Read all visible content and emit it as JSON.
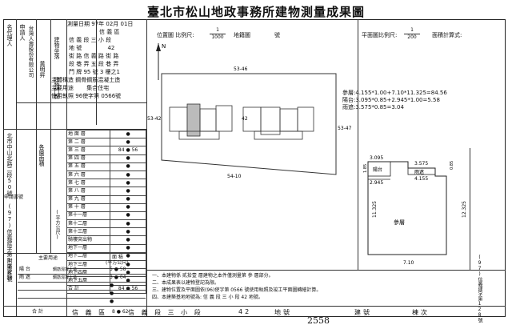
{
  "title": "臺北市松山地政事務所建物測量成果圖",
  "applicant": {
    "label": "申請人",
    "name_cells": "台灣人壽股份有限公司",
    "rep_label": "名代理人",
    "rep": "黃明昇"
  },
  "header_rows": [
    {
      "k": "測量日期",
      "v": "97年 02月 01日"
    },
    {
      "k": "區",
      "v": "信 義 區"
    },
    {
      "k": "段 小 段",
      "v": "信 義 段 三 小 段"
    },
    {
      "k": "地 號",
      "v": "42"
    },
    {
      "k": "街 路",
      "v": "信 義 路     街 路"
    },
    {
      "k": "段 巷 弄",
      "v": "五 段     巷    弄"
    },
    {
      "k": "門 牌",
      "v": "95 號 3 樓之1"
    },
    {
      "k": "主體構造",
      "v": "鋼骨鋼筋混凝土造"
    },
    {
      "k": "主要用途",
      "v": "集合住宅"
    },
    {
      "k": "使用執照",
      "v": "96使字第 0566號"
    }
  ],
  "group_labels": {
    "location": "建物坐落",
    "door": "建物門牌",
    "area_unit": "(平方公尺)",
    "floor_area": "各層面積",
    "side": "北市中山北路二段50號",
    "app_no_label": "申請書號",
    "app_no": "(97)信義建字第128號"
  },
  "floors": [
    {
      "name": "地 面 層",
      "val": "●"
    },
    {
      "name": "第 二 層",
      "val": "●"
    },
    {
      "name": "第 三 層",
      "val": "84 ● 56"
    },
    {
      "name": "第 四 層",
      "val": "●"
    },
    {
      "name": "第 五 層",
      "val": "●"
    },
    {
      "name": "第 六 層",
      "val": "●"
    },
    {
      "name": "第 七 層",
      "val": "●"
    },
    {
      "name": "第 八 層",
      "val": "●"
    },
    {
      "name": "第 九 層",
      "val": "●"
    },
    {
      "name": "第 十 層",
      "val": "●"
    },
    {
      "name": "第十一層",
      "val": "●"
    },
    {
      "name": "第十二層",
      "val": "●"
    },
    {
      "name": "第十三層",
      "val": "●"
    },
    {
      "name": "騎樓突出物",
      "val": "●"
    },
    {
      "name": "地下一層",
      "val": "●"
    },
    {
      "name": "地下二層",
      "val": "●"
    },
    {
      "name": "地下三層",
      "val": "●"
    },
    {
      "name": "地下四層",
      "val": "●"
    },
    {
      "name": "地下五層",
      "val": "●"
    }
  ],
  "total": {
    "label": "合 計",
    "val": "84 ● 56"
  },
  "annex": {
    "head_use": "主要用途",
    "head_area": "面 積",
    "head_unit": "(平方公尺)",
    "rows": [
      {
        "name": "陽 台",
        "use": "鋼筋混凝土造",
        "val": "5 ● 58"
      },
      {
        "name": "雨 遮",
        "use": "鋼筋混凝土造",
        "val": "3 ● 04"
      },
      {
        "name": "",
        "use": "",
        "val": "●"
      },
      {
        "name": "",
        "use": "",
        "val": "●"
      },
      {
        "name": "",
        "use": "",
        "val": "●"
      }
    ],
    "side_label": "附屬建物",
    "total_label": "合 計",
    "total_val": "8 ● 62"
  },
  "site_plan": {
    "label": "位置圖",
    "scale_label": "比例尺:",
    "scale_num": "1",
    "scale_den": "1000",
    "sheet": "地籍圖",
    "sheet_no": "號",
    "north": "N",
    "dims": [
      "53-46",
      "53-42",
      "42",
      "53-47",
      "54-10"
    ]
  },
  "floor_plan": {
    "label": "平面圖比例尺:",
    "scale_num": "1",
    "scale_den": "200",
    "calc_label": "面積計算式:",
    "calc": [
      "參層:4.155*1.00+7.10*11.325=84.56",
      "陽台:3.095*0.85+2.945*1.00=5.58",
      "雨遮:3.575*0.85=3.04"
    ],
    "rooms": {
      "main": "參層",
      "balcony": "陽台",
      "awning": "雨遮"
    },
    "dims": [
      "3.095",
      "3.575",
      "4.155",
      "2.945",
      "11.325",
      "12.325",
      "7.10",
      "1.85",
      "0.85"
    ]
  },
  "notes": [
    "一、本建物係   貳拾壹 層建物之本件僅測量第    參    層部分。",
    "二、本成果表以建物登記為限。",
    "三、建物位置及平面圖依(96)使字第   0566  號使用執照及竣工平面圖轉繪計算。",
    "四、本建築基地地號為: 信 義 段 三 小 段   42   地號。"
  ],
  "right_side": "(97)信義建字第128號",
  "footer": {
    "district": "信  義  區",
    "section": "信  義  段  三  小  段",
    "lot": "42",
    "lot_label": "地號",
    "bno_label": "建號",
    "page_label": "棟次"
  },
  "handwritten": "2558"
}
